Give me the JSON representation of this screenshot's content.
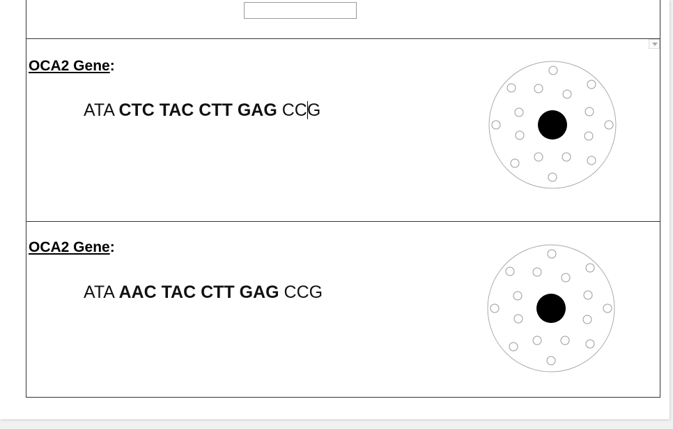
{
  "top_row": {
    "input_value": ""
  },
  "blocks": [
    {
      "heading_label": "OCA2 Gene",
      "heading_colon": ":",
      "sequence": {
        "prefix": "ATA ",
        "bold_codons": "CTC TAC CTT GAG",
        "suffix_before_cursor": " CC",
        "suffix_after_cursor": "G"
      },
      "icon": "cell-diagram-icon"
    },
    {
      "heading_label": "OCA2 Gene",
      "heading_colon": ":",
      "sequence": {
        "prefix": "ATA ",
        "bold_codons": "AAC TAC CTT GAG",
        "suffix_before_cursor": " CCG",
        "suffix_after_cursor": ""
      },
      "icon": "cell-diagram-icon"
    }
  ],
  "colors": {
    "border": "#333333",
    "nucleus": "#000000",
    "circle_stroke": "#aaaaaa"
  }
}
